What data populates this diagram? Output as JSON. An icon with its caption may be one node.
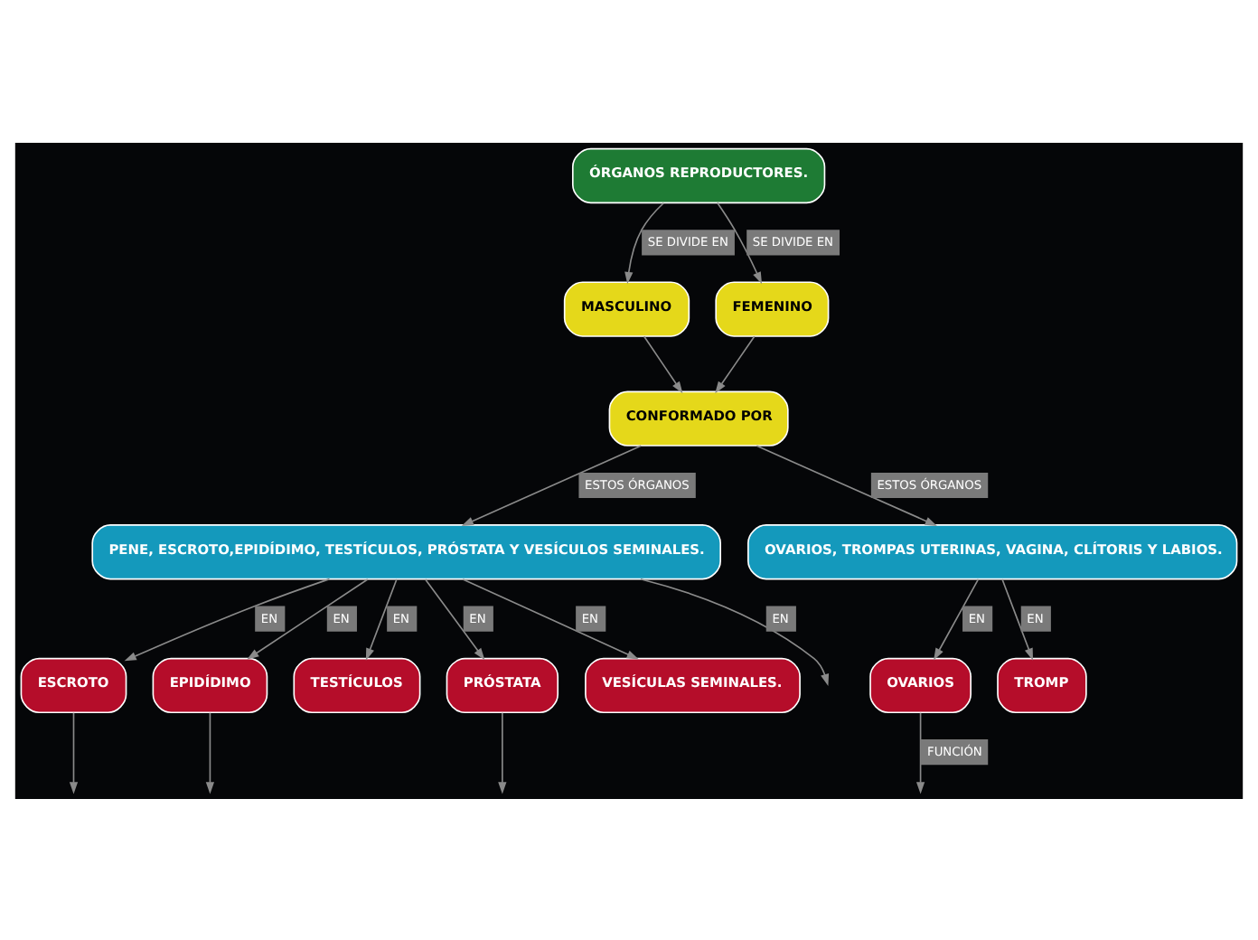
{
  "diagram": {
    "nodes": [
      {
        "text": [
          "ÓRGANOS REPRODUCTORES."
        ]
      },
      {
        "text": [
          "MASCULINO"
        ]
      },
      {
        "text": [
          "FEMENINO"
        ]
      },
      {
        "text": [
          "CONFORMADO POR"
        ]
      },
      {
        "text": [
          "PENE, ESCROTO,EPIDÍDIMO, TESTÍCULOS, PRÓSTATA Y VESÍCULOS SEMINALES."
        ]
      },
      {
        "text": [
          "OVARIOS, TROMPAS UTERINAS, VAGINA, CLÍTORIS Y LABIOS."
        ]
      },
      {
        "text": [
          "ESCROTO"
        ]
      },
      {
        "text": [
          "EPIDÍDIMO"
        ]
      },
      {
        "text": [
          "TESTÍCULOS"
        ]
      },
      {
        "text": [
          "PRÓSTATA"
        ]
      },
      {
        "text": [
          "VESÍCULAS SEMINALES."
        ]
      },
      {
        "text": [
          "OVARIOS"
        ]
      },
      {
        "text": [
          "TROMP"
        ]
      }
    ],
    "edges": [
      {
        "from": 0,
        "to": 1,
        "arrow": "to",
        "label": "SE DIVIDE EN"
      },
      {
        "from": 0,
        "to": 2,
        "arrow": "to",
        "label": "SE DIVIDE EN"
      },
      {
        "from": 1,
        "to": 3,
        "arrow": "to"
      },
      {
        "from": 2,
        "to": 3,
        "arrow": "to"
      },
      {
        "from": 3,
        "to": 4,
        "arrow": "to",
        "label": "ESTOS ÓRGANOS"
      },
      {
        "from": 3,
        "to": 5,
        "arrow": "to",
        "label": "ESTOS ÓRGANOS"
      },
      {
        "from": 4,
        "to": null,
        "arrow": "to",
        "label": "EN"
      },
      {
        "from": 4,
        "to": 6,
        "arrow": "to",
        "label": "EN"
      },
      {
        "from": 4,
        "to": 7,
        "arrow": "to",
        "label": "EN"
      },
      {
        "from": 4,
        "to": 8,
        "arrow": "to",
        "label": "EN"
      },
      {
        "from": 4,
        "to": 9,
        "arrow": "to",
        "label": "EN"
      },
      {
        "from": 4,
        "to": 10,
        "arrow": "to",
        "label": "EN"
      },
      {
        "from": 5,
        "to": 11,
        "arrow": "to",
        "label": "EN"
      },
      {
        "from": 5,
        "to": 12,
        "arrow": "to",
        "label": "EN"
      },
      {
        "from": 6,
        "to": null,
        "arrow": "to"
      },
      {
        "from": 7,
        "to": null,
        "arrow": "to"
      },
      {
        "from": 9,
        "to": null,
        "arrow": "to"
      },
      {
        "from": 11,
        "to": null,
        "arrow": "to",
        "label": "FUNCIÓN"
      }
    ]
  }
}
